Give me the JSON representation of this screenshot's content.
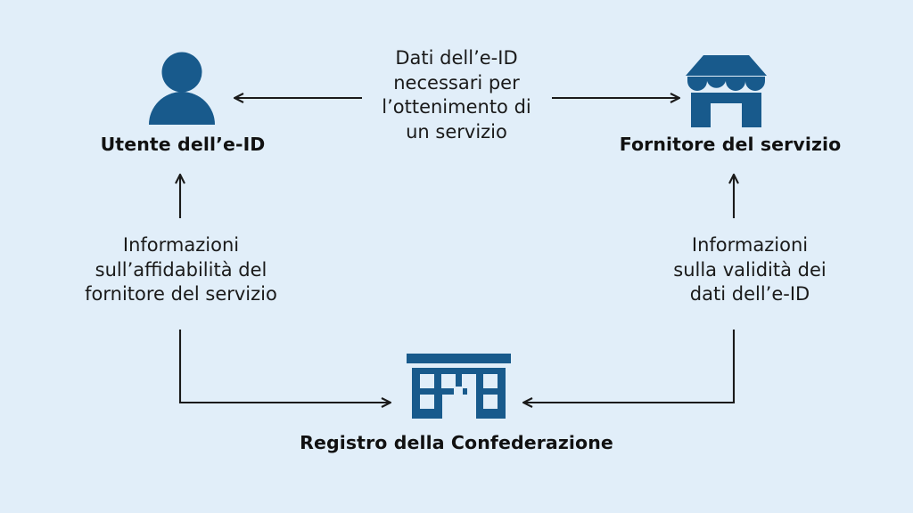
{
  "diagram": {
    "title_present": false,
    "background_color": "#e1eef9",
    "icon_color": "#185a8c",
    "arrow_color": "#1a1a1a",
    "text_color": "#111111",
    "nodes": [
      {
        "id": "user",
        "icon": "person-icon",
        "label": "Utente dell’e-ID"
      },
      {
        "id": "provider",
        "icon": "shop-icon",
        "label": "Fornitore del servizio"
      },
      {
        "id": "registry",
        "icon": "government-building-icon",
        "label": "Registro della Confederazione"
      }
    ],
    "edges": [
      {
        "id": "top",
        "from": "provider",
        "to": "user",
        "direction": "both-outward",
        "label_lines": [
          "Dati dell’e-ID",
          "necessari per",
          "l’ottenimento di",
          "un servizio"
        ]
      },
      {
        "id": "left",
        "from": "registry",
        "to": "user",
        "direction": "up",
        "label_lines": [
          "Informazioni",
          "sull’affidabilità del",
          "fornitore del servizio"
        ]
      },
      {
        "id": "right",
        "from": "registry",
        "to": "provider",
        "direction": "up",
        "label_lines": [
          "Informazioni",
          "sulla validità dei",
          "dati dell’e-ID"
        ]
      },
      {
        "id": "bottom-left",
        "from": "user",
        "to": "registry",
        "direction": "right"
      },
      {
        "id": "bottom-right",
        "from": "provider",
        "to": "registry",
        "direction": "left"
      }
    ]
  }
}
